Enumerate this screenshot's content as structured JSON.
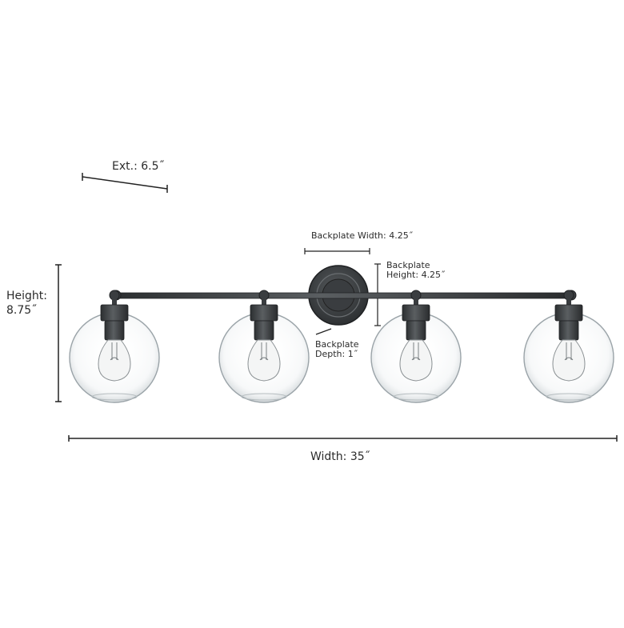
{
  "dimensions": {
    "extension": "Ext.: 6.5˝",
    "backplate_width": "Backplate Width: 4.25˝",
    "backplate_height_line1": "Backplate",
    "backplate_height_line2": "Height: 4.25˝",
    "backplate_depth_line1": "Backplate",
    "backplate_depth_line2": "Depth: 1˝",
    "height_line1": "Height:",
    "height_line2": "8.75˝",
    "width": "Width: 35˝"
  },
  "fixture": {
    "shade_count": 4,
    "finish_color": "#3a3d40",
    "glass_color": "#9aa3a8",
    "dimension_line_color": "#222222"
  }
}
